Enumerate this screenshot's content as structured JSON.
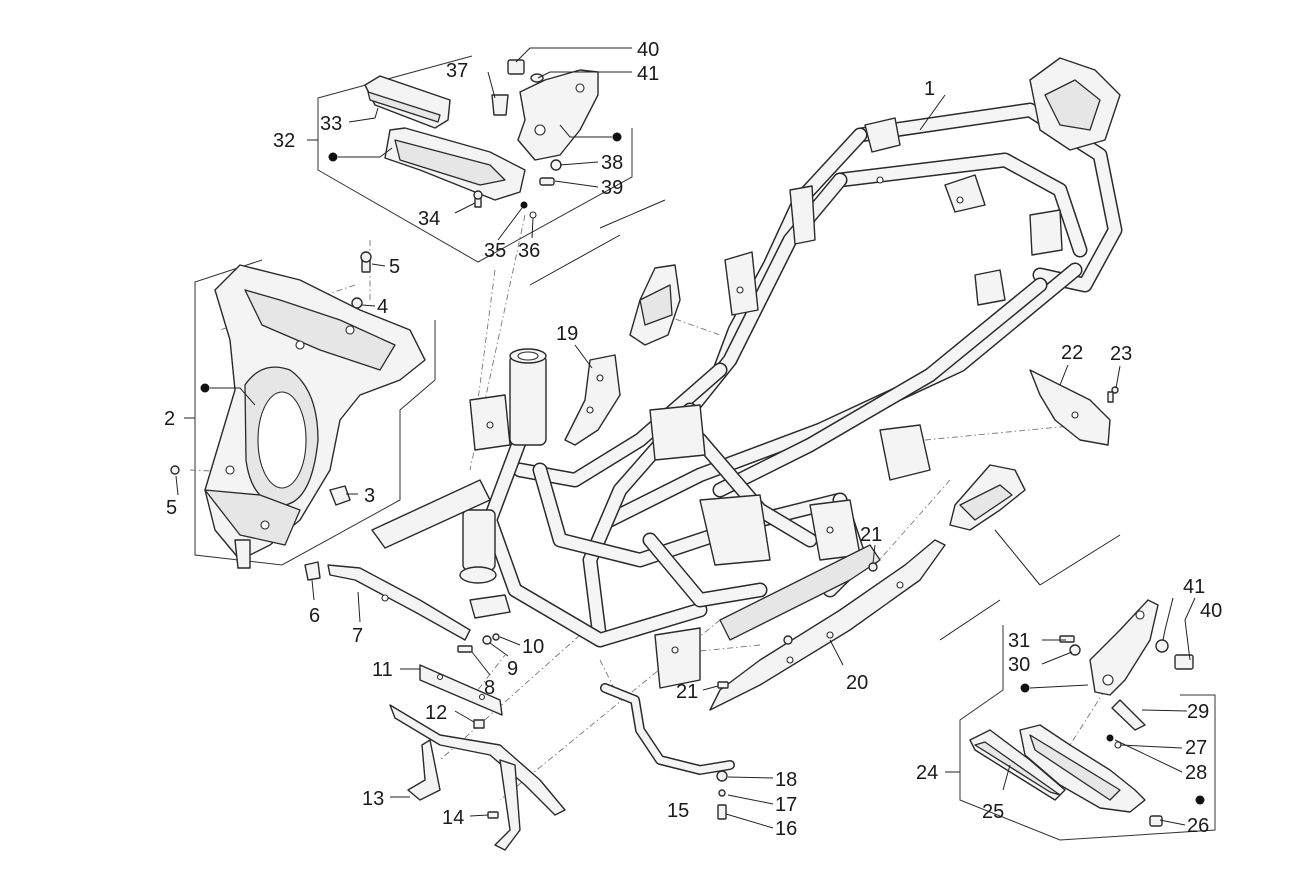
{
  "callouts": {
    "c1": "1",
    "c2": "2",
    "c3": "3",
    "c4": "4",
    "c5a": "5",
    "c5b": "5",
    "c6": "6",
    "c7": "7",
    "c8": "8",
    "c9": "9",
    "c10": "10",
    "c11": "11",
    "c12": "12",
    "c13": "13",
    "c14": "14",
    "c15": "15",
    "c16": "16",
    "c17": "17",
    "c18": "18",
    "c19": "19",
    "c20": "20",
    "c21a": "21",
    "c21b": "21",
    "c22": "22",
    "c23": "23",
    "c24": "24",
    "c25": "25",
    "c26": "26",
    "c27": "27",
    "c28": "28",
    "c29": "29",
    "c30": "30",
    "c31": "31",
    "c32": "32",
    "c33": "33",
    "c34": "34",
    "c35": "35",
    "c36": "36",
    "c37": "37",
    "c38": "38",
    "c39": "39",
    "c40a": "40",
    "c40b": "40",
    "c41a": "41",
    "c41b": "41"
  },
  "icons": {
    "marker": "filled-dot"
  },
  "colors": {
    "line": "#2a2a2a",
    "fill": "#f4f4f4",
    "background": "#ffffff"
  }
}
